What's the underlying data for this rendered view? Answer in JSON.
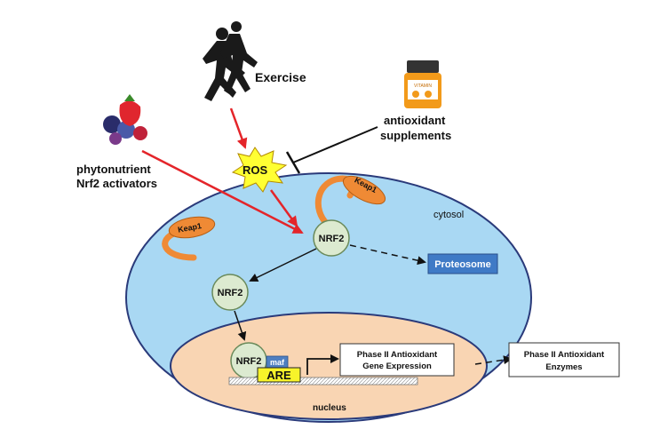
{
  "labels": {
    "exercise": "Exercise",
    "antioxidant_line1": "antioxidant",
    "antioxidant_line2": "supplements",
    "phyto_line1": "phytonutrient",
    "phyto_line2": "Nrf2 activators",
    "ros": "ROS",
    "cytosol": "cytosol",
    "nucleus": "nucleus",
    "keap1": "Keap1",
    "nrf2": "NRF2",
    "proteosome": "Proteosome",
    "maf": "maf",
    "are": "ARE",
    "gene_expr_line1": "Phase II Antioxidant",
    "gene_expr_line2": "Gene Expression",
    "enzymes_line1": "Phase II Antioxidant",
    "enzymes_line2": "Enzymes",
    "vitamin": "VITAMIN"
  },
  "colors": {
    "cell": "#a9d8f3",
    "nucleus": "#f9d5b3",
    "keap1": "#ef8a35",
    "nrf2": "#dcead0",
    "proteosome": "#3f7ac6",
    "are": "#f7f32a",
    "maf": "#4f7fc1",
    "ros": "#ffff33",
    "red_arrow": "#e4252a"
  },
  "icons": {
    "runners": "runners-silhouette-icon",
    "berries": "berries-icon",
    "vitamin_bottle": "vitamin-bottle-icon"
  }
}
